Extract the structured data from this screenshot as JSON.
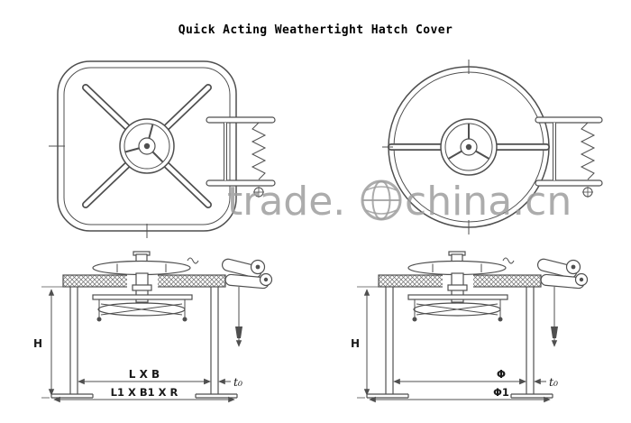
{
  "title": "Quick Acting Weathertight Hatch Cover",
  "watermark": {
    "left": "trade.",
    "right": "china.cn",
    "globe_icon": "globe-icon"
  },
  "colors": {
    "line": "#4f4f4f",
    "watermark": "#9e9e9e",
    "background": "#ffffff"
  },
  "elevation_square": {
    "h": "H",
    "width": "L X B",
    "outer": "L1 X B1 X R",
    "thickness": "t₀"
  },
  "elevation_round": {
    "h": "H",
    "diameter": "Φ",
    "outer_diameter": "Φ1",
    "thickness": "t₀"
  }
}
